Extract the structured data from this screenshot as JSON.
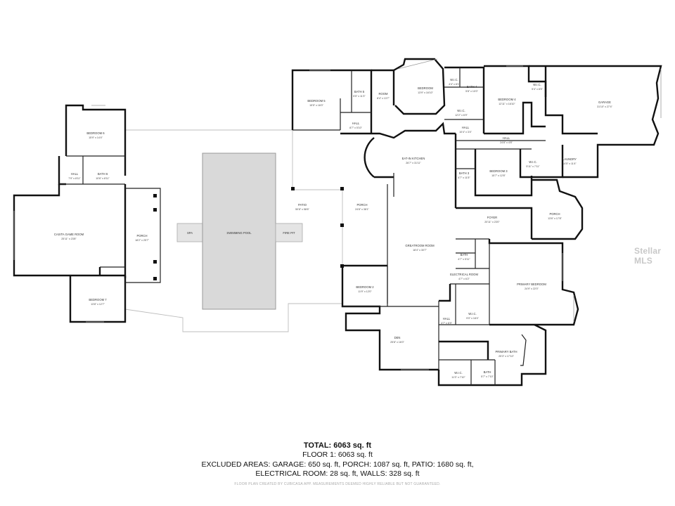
{
  "rooms": {
    "casita_game_room": {
      "name": "CASITA GAME ROOM",
      "dim": "25'11\" x 23'8\""
    },
    "bedroom_6": {
      "name": "BEDROOM 6",
      "dim": "15'9\" x 14'4\""
    },
    "hall_casita": {
      "name": "HALL",
      "dim": "7'9\" x 8'11\""
    },
    "bath_6": {
      "name": "BATH 6",
      "dim": "10'6\" x 8'11\""
    },
    "porch_casita": {
      "name": "PORCH",
      "dim": "18'2\" x 25'7\""
    },
    "bedroom_7": {
      "name": "BEDROOM 7",
      "dim": "13'8\" x 12'7\""
    },
    "spa": {
      "name": "SPA",
      "dim": ""
    },
    "swimming_pool": {
      "name": "SWIMMING POOL",
      "dim": ""
    },
    "fire_pit": {
      "name": "FIRE PIT",
      "dim": ""
    },
    "patio": {
      "name": "PATIO",
      "dim": "50'8\" x 58'6\""
    },
    "bedroom_5": {
      "name": "BEDROOM 5",
      "dim": "15'5\" x 16'0\""
    },
    "bath_5": {
      "name": "BATH 5",
      "dim": "5'5\" x 11'3\""
    },
    "room": {
      "name": "ROOM",
      "dim": "8'4\" x 13'7\""
    },
    "hall_north": {
      "name": "HALL",
      "dim": "8'7\" x 5'10\""
    },
    "bedroom_top": {
      "name": "BEDROOM",
      "dim": "13'9\" x 16'10\""
    },
    "wic_a": {
      "name": "W.I.C.",
      "dim": "4'4\" x 8'1\""
    },
    "bath_4": {
      "name": "BATH 4",
      "dim": "5'8\" x 10'0\""
    },
    "wic_b": {
      "name": "W.I.C.",
      "dim": "12'2\" x 6'9\""
    },
    "hall_b": {
      "name": "HALL",
      "dim": "10'4\" x 3'4\""
    },
    "bedroom_4": {
      "name": "BEDROOM 4",
      "dim": "12'11\" x 16'10\""
    },
    "wic_c": {
      "name": "W.I.C.",
      "dim": "5'4\" x 8'5\""
    },
    "garage": {
      "name": "GARAGE",
      "dim": "31'10\" x 27'4\""
    },
    "hall_c": {
      "name": "HALL",
      "dim": "24'8\" x 4'8\""
    },
    "eat_in_kitchen": {
      "name": "EAT-IN KITCHEN",
      "dim": "26'7\" x 31'11\""
    },
    "bath_3": {
      "name": "BATH 3",
      "dim": "4'7\" x 11'5\""
    },
    "bedroom_3": {
      "name": "BEDROOM 3",
      "dim": "15'7\" x 12'8\""
    },
    "wic_d": {
      "name": "W.I.C.",
      "dim": "5'11\" x 7'11\""
    },
    "laundry": {
      "name": "LAUNDRY",
      "dim": "14'5\" x 11'4\""
    },
    "porch_main": {
      "name": "PORCH",
      "dim": "24'8\" x 38'1\""
    },
    "foyer": {
      "name": "FOYER",
      "dim": "20'11\" x 23'0\""
    },
    "porch_entry": {
      "name": "PORCH",
      "dim": "13'6\" x 17'8\""
    },
    "greatroom": {
      "name": "GREATROOM ROOM",
      "dim": "18'4\" x 30'7\""
    },
    "bath_small": {
      "name": "BATH",
      "dim": "4'7\" x 5'11\""
    },
    "electrical_room": {
      "name": "ELECTRICAL ROOM",
      "dim": "4'7\" x 6'2\""
    },
    "primary_bedroom": {
      "name": "PRIMARY BEDROOM",
      "dim": "24'9\" x 22'0\""
    },
    "bedroom_2": {
      "name": "BEDROOM 2",
      "dim": "11'9\" x 12'0\""
    },
    "hall_d": {
      "name": "HALL",
      "dim": "4'7\" x 6'9\""
    },
    "wic_e": {
      "name": "W.I.C.",
      "dim": "9'0\" x 18'4\""
    },
    "den": {
      "name": "DEN",
      "dim": "25'8\" x 16'0\""
    },
    "primary_bath": {
      "name": "PRIMARY BATH",
      "dim": "25'3\" x 17'10\""
    },
    "wic_f": {
      "name": "W.I.C.",
      "dim": "11'3\" x 7'10\""
    },
    "bath_primary_small": {
      "name": "BATH",
      "dim": "5'7\" x 7'10\""
    }
  },
  "summary": {
    "total": "TOTAL: 6063 sq. ft",
    "floor": "FLOOR 1: 6063 sq. ft",
    "excluded_line1": "EXCLUDED AREAS: GARAGE: 650 sq. ft, PORCH: 1087 sq. ft, PATIO: 1680 sq. ft,",
    "excluded_line2": "ELECTRICAL ROOM: 28 sq. ft, WALLS: 328 sq. ft",
    "footnote": "FLOOR PLAN CREATED BY CUBICASA APP. MEASUREMENTS DEEMED HIGHLY RELIABLE BUT NOT GUARANTEED."
  },
  "watermark": "Stellar MLS"
}
